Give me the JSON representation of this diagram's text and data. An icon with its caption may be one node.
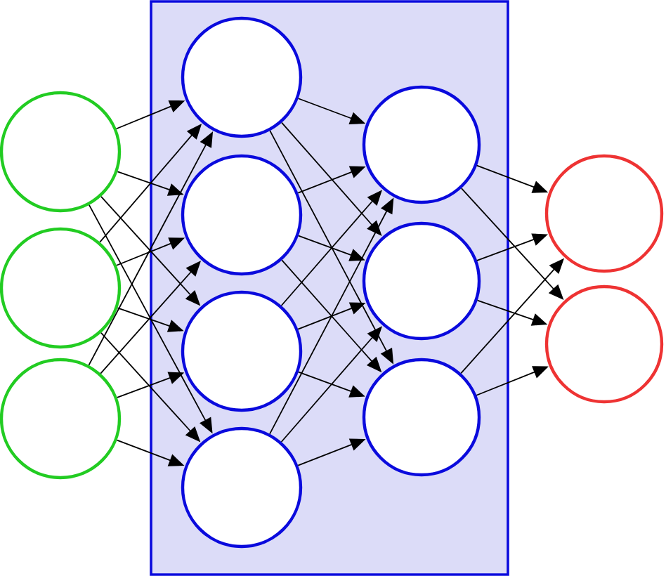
{
  "diagram": {
    "nodes": [
      {
        "text": [],
        "shape": "circle"
      },
      {
        "text": [],
        "shape": "circle"
      },
      {
        "text": [],
        "shape": "circle"
      },
      {
        "text": [],
        "shape": "box"
      },
      {
        "text": [],
        "shape": "circle",
        "in": 3
      },
      {
        "text": [],
        "shape": "circle",
        "in": 3
      },
      {
        "text": [],
        "shape": "circle",
        "in": 3
      },
      {
        "text": [],
        "shape": "circle",
        "in": 3
      },
      {
        "text": [],
        "shape": "circle",
        "in": 3
      },
      {
        "text": [],
        "shape": "circle",
        "in": 3
      },
      {
        "text": [],
        "shape": "circle",
        "in": 3
      },
      {
        "text": [],
        "shape": "circle"
      },
      {
        "text": [],
        "shape": "circle"
      }
    ],
    "edges": [
      {
        "from": 0,
        "to": 4,
        "arrow": "to"
      },
      {
        "from": 0,
        "to": 5,
        "arrow": "to"
      },
      {
        "from": 0,
        "to": 6,
        "arrow": "to"
      },
      {
        "from": 0,
        "to": 7,
        "arrow": "to"
      },
      {
        "from": 1,
        "to": 4,
        "arrow": "to"
      },
      {
        "from": 1,
        "to": 5,
        "arrow": "to"
      },
      {
        "from": 1,
        "to": 6,
        "arrow": "to"
      },
      {
        "from": 1,
        "to": 7,
        "arrow": "to"
      },
      {
        "from": 2,
        "to": 4,
        "arrow": "to"
      },
      {
        "from": 2,
        "to": 5,
        "arrow": "to"
      },
      {
        "from": 2,
        "to": 6,
        "arrow": "to"
      },
      {
        "from": 2,
        "to": 7,
        "arrow": "to"
      },
      {
        "from": 4,
        "to": 8,
        "arrow": "to"
      },
      {
        "from": 4,
        "to": 9,
        "arrow": "to"
      },
      {
        "from": 4,
        "to": 10,
        "arrow": "to"
      },
      {
        "from": 5,
        "to": 8,
        "arrow": "to"
      },
      {
        "from": 5,
        "to": 9,
        "arrow": "to"
      },
      {
        "from": 5,
        "to": 10,
        "arrow": "to"
      },
      {
        "from": 6,
        "to": 8,
        "arrow": "to"
      },
      {
        "from": 6,
        "to": 9,
        "arrow": "to"
      },
      {
        "from": 6,
        "to": 10,
        "arrow": "to"
      },
      {
        "from": 7,
        "to": 8,
        "arrow": "to"
      },
      {
        "from": 7,
        "to": 9,
        "arrow": "to"
      },
      {
        "from": 7,
        "to": 10,
        "arrow": "to"
      },
      {
        "from": 8,
        "to": 11,
        "arrow": "to"
      },
      {
        "from": 8,
        "to": 12,
        "arrow": "to"
      },
      {
        "from": 9,
        "to": 11,
        "arrow": "to"
      },
      {
        "from": 9,
        "to": 12,
        "arrow": "to"
      },
      {
        "from": 10,
        "to": 11,
        "arrow": "to"
      },
      {
        "from": 10,
        "to": 12,
        "arrow": "to"
      }
    ]
  }
}
